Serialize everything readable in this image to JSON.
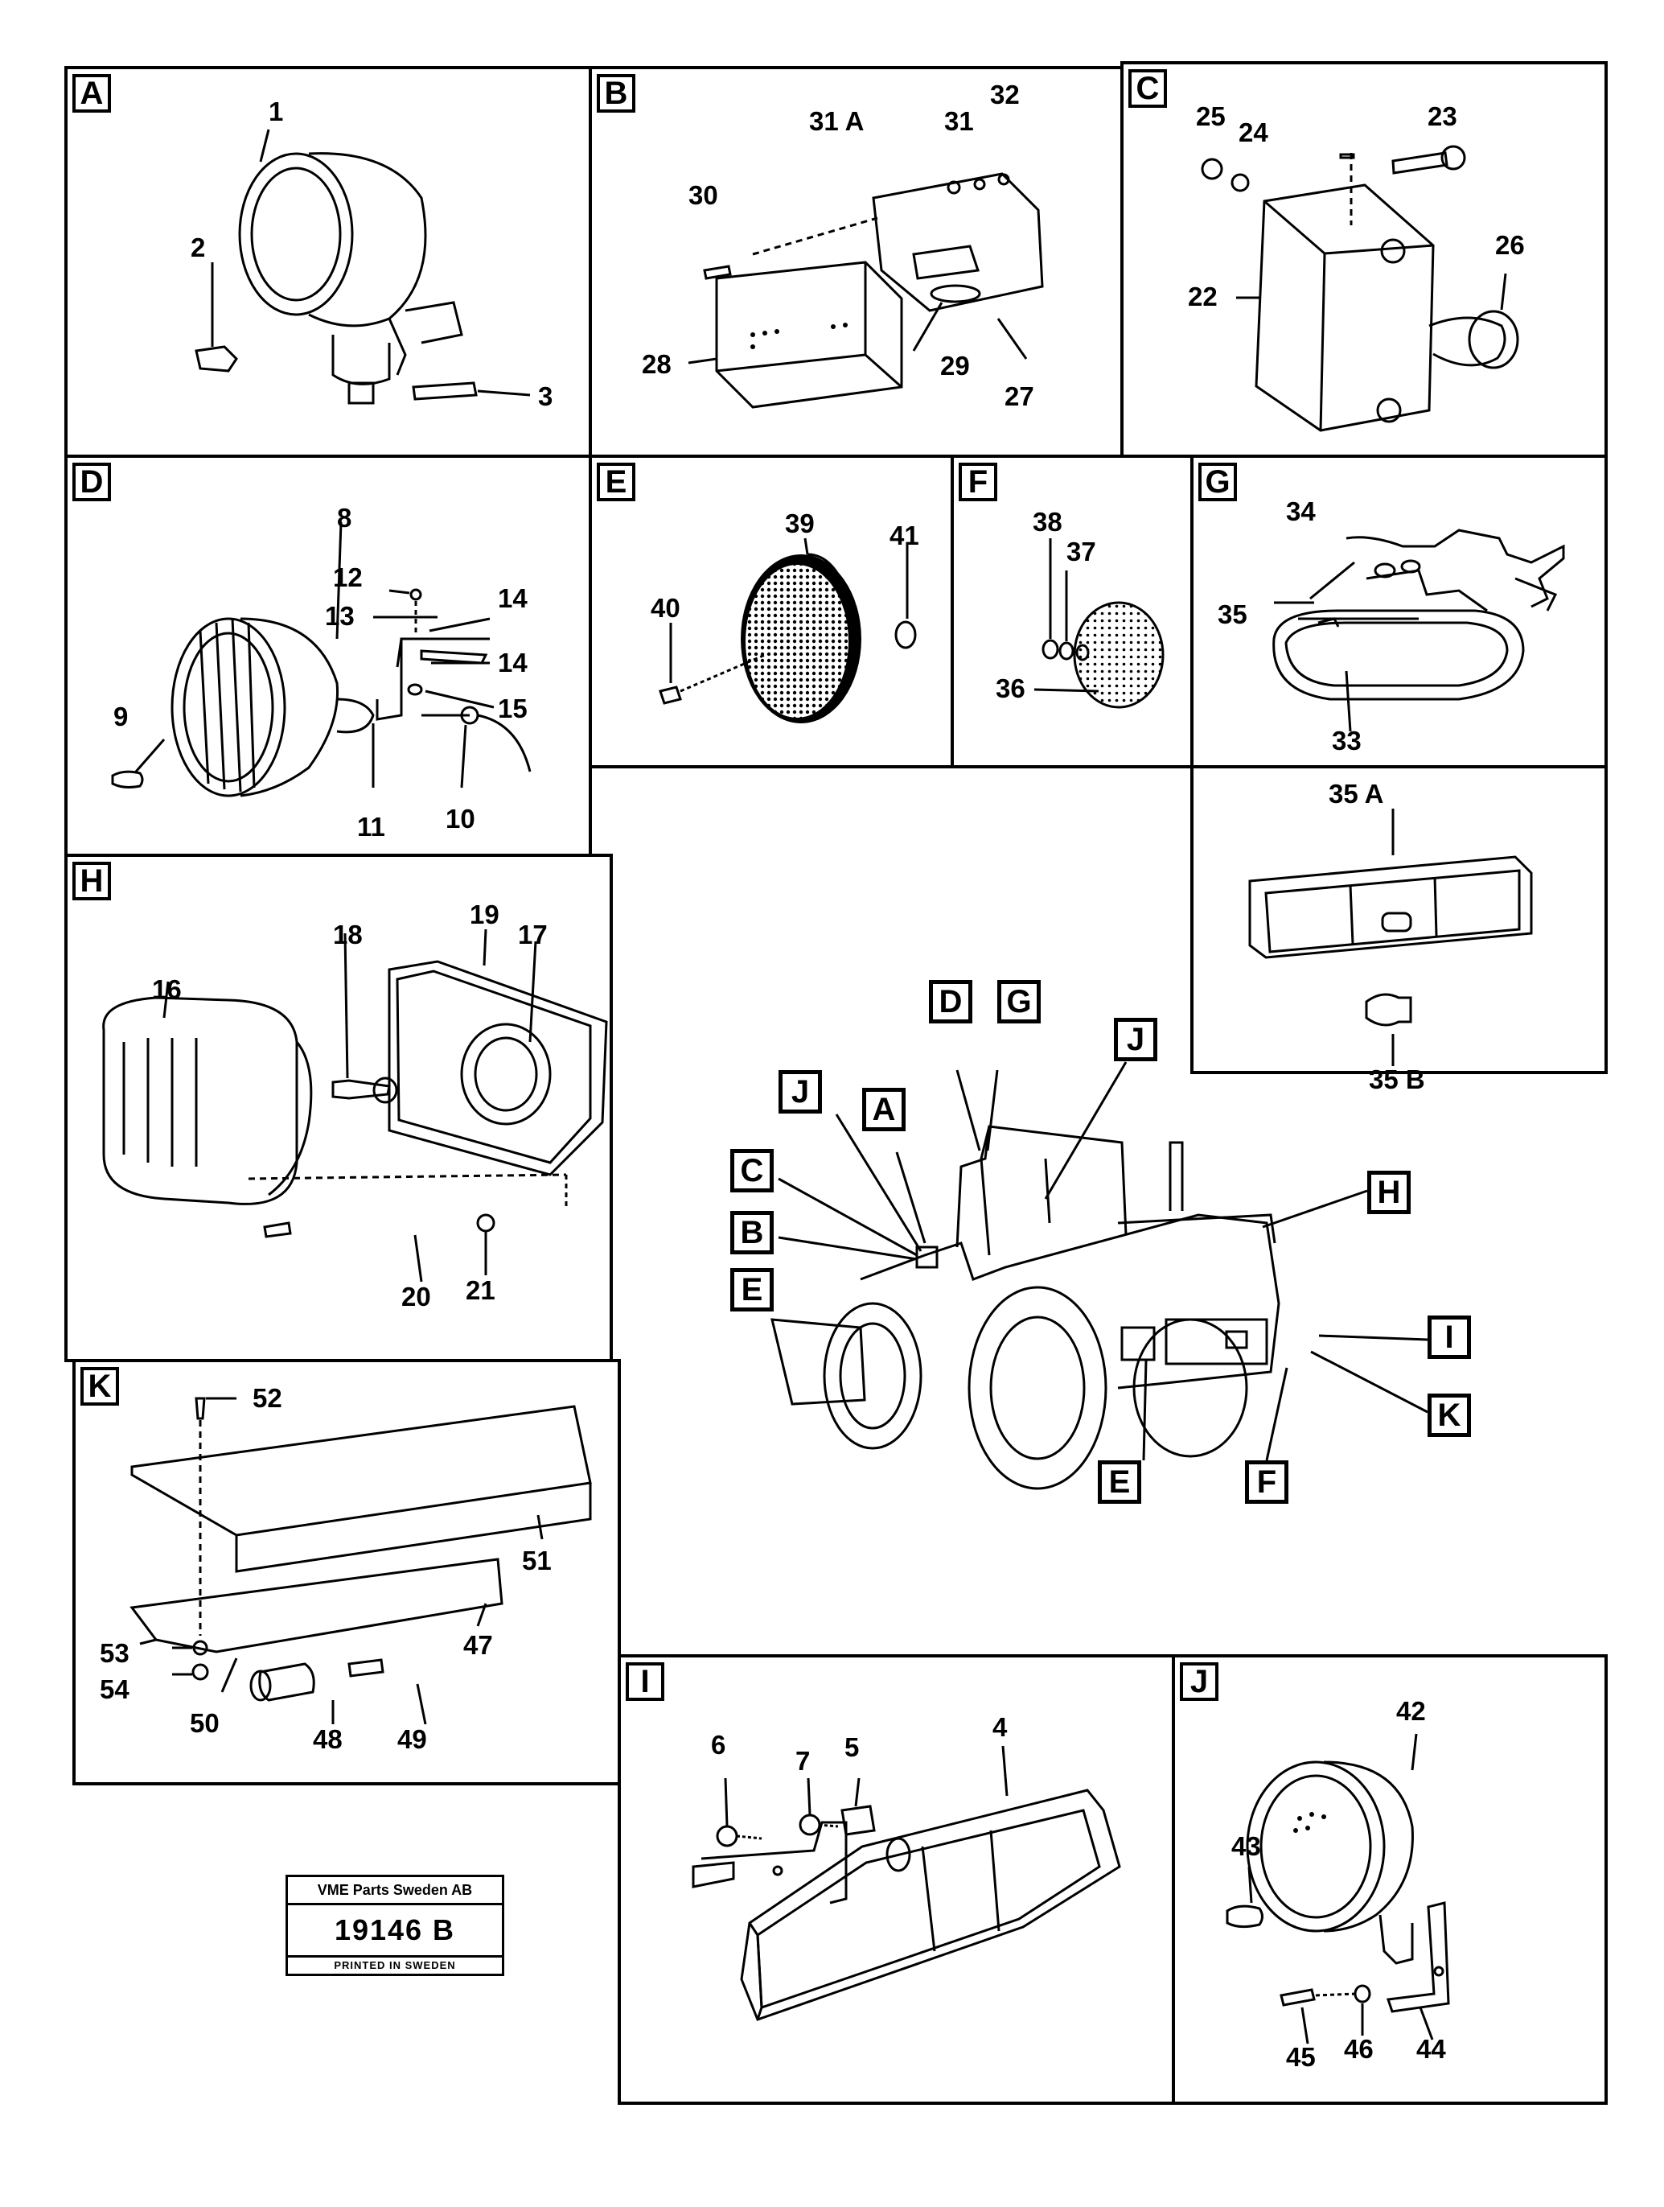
{
  "panels": {
    "A": {
      "letter": "A",
      "parts": [
        "1",
        "2",
        "3"
      ]
    },
    "B": {
      "letter": "B",
      "parts": [
        "31 A",
        "31",
        "32",
        "30",
        "28",
        "29",
        "27"
      ]
    },
    "C": {
      "letter": "C",
      "parts": [
        "25",
        "24",
        "23",
        "22",
        "26"
      ]
    },
    "D": {
      "letter": "D",
      "parts": [
        "8",
        "12",
        "13",
        "14",
        "14",
        "15",
        "9",
        "11",
        "10"
      ]
    },
    "E": {
      "letter": "E",
      "parts": [
        "39",
        "41",
        "40"
      ]
    },
    "F": {
      "letter": "F",
      "parts": [
        "38",
        "37",
        "36"
      ]
    },
    "G": {
      "letter": "G",
      "parts": [
        "34",
        "35",
        "33"
      ]
    },
    "G2": {
      "parts": [
        "35 A",
        "35 B"
      ]
    },
    "H": {
      "letter": "H",
      "parts": [
        "18",
        "19",
        "17",
        "16",
        "20",
        "21"
      ]
    },
    "K": {
      "letter": "K",
      "parts": [
        "52",
        "51",
        "53",
        "47",
        "54",
        "50",
        "48",
        "49"
      ]
    },
    "I": {
      "letter": "I",
      "parts": [
        "6",
        "7",
        "5",
        "4"
      ]
    },
    "J": {
      "letter": "J",
      "parts": [
        "42",
        "43",
        "45",
        "46",
        "44"
      ]
    }
  },
  "callouts": [
    "D",
    "G",
    "J",
    "A",
    "J",
    "C",
    "H",
    "B",
    "E",
    "I",
    "K",
    "E",
    "F"
  ],
  "stamp": {
    "company": "VME Parts Sweden AB",
    "number": "19146 B",
    "printed": "PRINTED IN SWEDEN"
  }
}
